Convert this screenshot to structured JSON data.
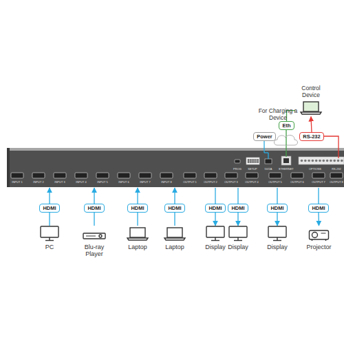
{
  "diagram": {
    "nodes": [
      {
        "text": [
          "Control Device"
        ]
      },
      {
        "text": [
          "Power"
        ]
      },
      {
        "text": [
          "Eth"
        ]
      },
      {
        "text": [
          "RS-232"
        ]
      },
      {
        "text": [
          "HDMI"
        ]
      },
      {
        "text": [
          "HDMI"
        ]
      },
      {
        "text": [
          "HDMI"
        ]
      },
      {
        "text": [
          "HDMI"
        ]
      },
      {
        "text": [
          "HDMI"
        ]
      },
      {
        "text": [
          "HDMI"
        ]
      },
      {
        "text": [
          "HDMI"
        ]
      },
      {
        "text": [
          "HDMI"
        ]
      },
      {
        "text": [
          "PC"
        ]
      },
      {
        "text": [
          "Blu-ray Player"
        ]
      },
      {
        "text": [
          "Laptop"
        ]
      },
      {
        "text": [
          "Laptop"
        ]
      },
      {
        "text": [
          "Display"
        ]
      },
      {
        "text": [
          "Display"
        ]
      },
      {
        "text": [
          "Display"
        ]
      },
      {
        "text": [
          "Projector"
        ]
      }
    ],
    "edges": [
      {
        "from": 2,
        "to": 0,
        "arrow": "none"
      },
      {
        "from": 3,
        "to": 0,
        "arrow": "to"
      },
      {
        "from": 12,
        "to": 4,
        "arrow": "none"
      },
      {
        "from": 13,
        "to": 5,
        "arrow": "none"
      },
      {
        "from": 14,
        "to": 6,
        "arrow": "none"
      },
      {
        "from": 15,
        "to": 7,
        "arrow": "none"
      },
      {
        "from": 8,
        "to": 16,
        "arrow": "to"
      },
      {
        "from": 9,
        "to": 17,
        "arrow": "to"
      },
      {
        "from": 10,
        "to": 18,
        "arrow": "to"
      },
      {
        "from": 11,
        "to": 19,
        "arrow": "to"
      }
    ],
    "labels": [
      "For Charging a Device",
      "INPUT 1",
      "INPUT 2",
      "INPUT 3",
      "INPUT 4",
      "INPUT 5",
      "INPUT 6",
      "INPUT 7",
      "INPUT 8",
      "OUTPUT 1",
      "OUTPUT 2",
      "OUTPUT 3",
      "OUTPUT 4",
      "OUTPUT 5",
      "OUTPUT 6",
      "OUTPUT 7",
      "OUTPUT 8",
      "PROG",
      "SETUP",
      "5V/2A",
      "ETHERNET",
      "OPTIONS",
      "RS-232"
    ]
  }
}
